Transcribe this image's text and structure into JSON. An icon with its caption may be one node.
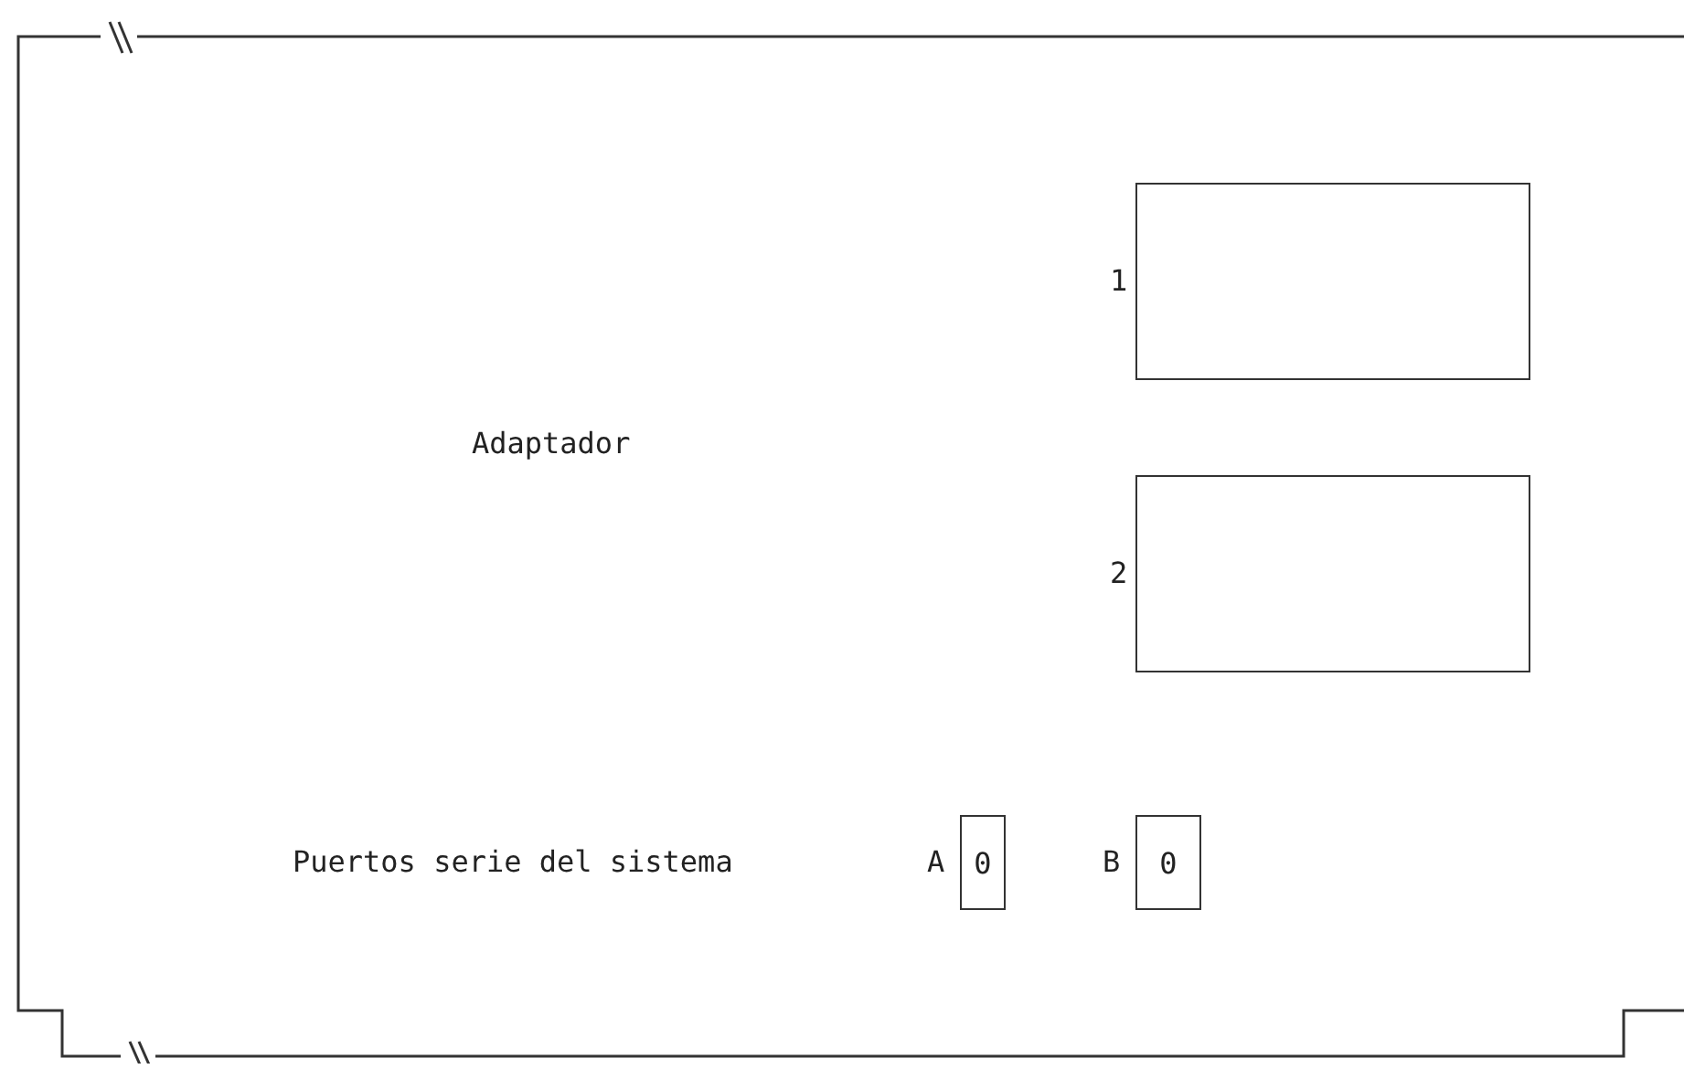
{
  "diagram": {
    "nodes": [
      {
        "text": [
          "Adaptador"
        ]
      },
      {
        "text": [],
        "shape": "box",
        "in": 0,
        "beside": [
          "1"
        ]
      },
      {
        "text": [],
        "shape": "box",
        "in": 0,
        "beside": [
          "2"
        ]
      },
      {
        "text": [
          "0"
        ],
        "in": 0,
        "beside": [
          "A"
        ]
      },
      {
        "text": [
          "0"
        ],
        "in": 0,
        "beside": [
          "B"
        ]
      }
    ],
    "labels": [
      "Puertos serie del sistema"
    ]
  }
}
